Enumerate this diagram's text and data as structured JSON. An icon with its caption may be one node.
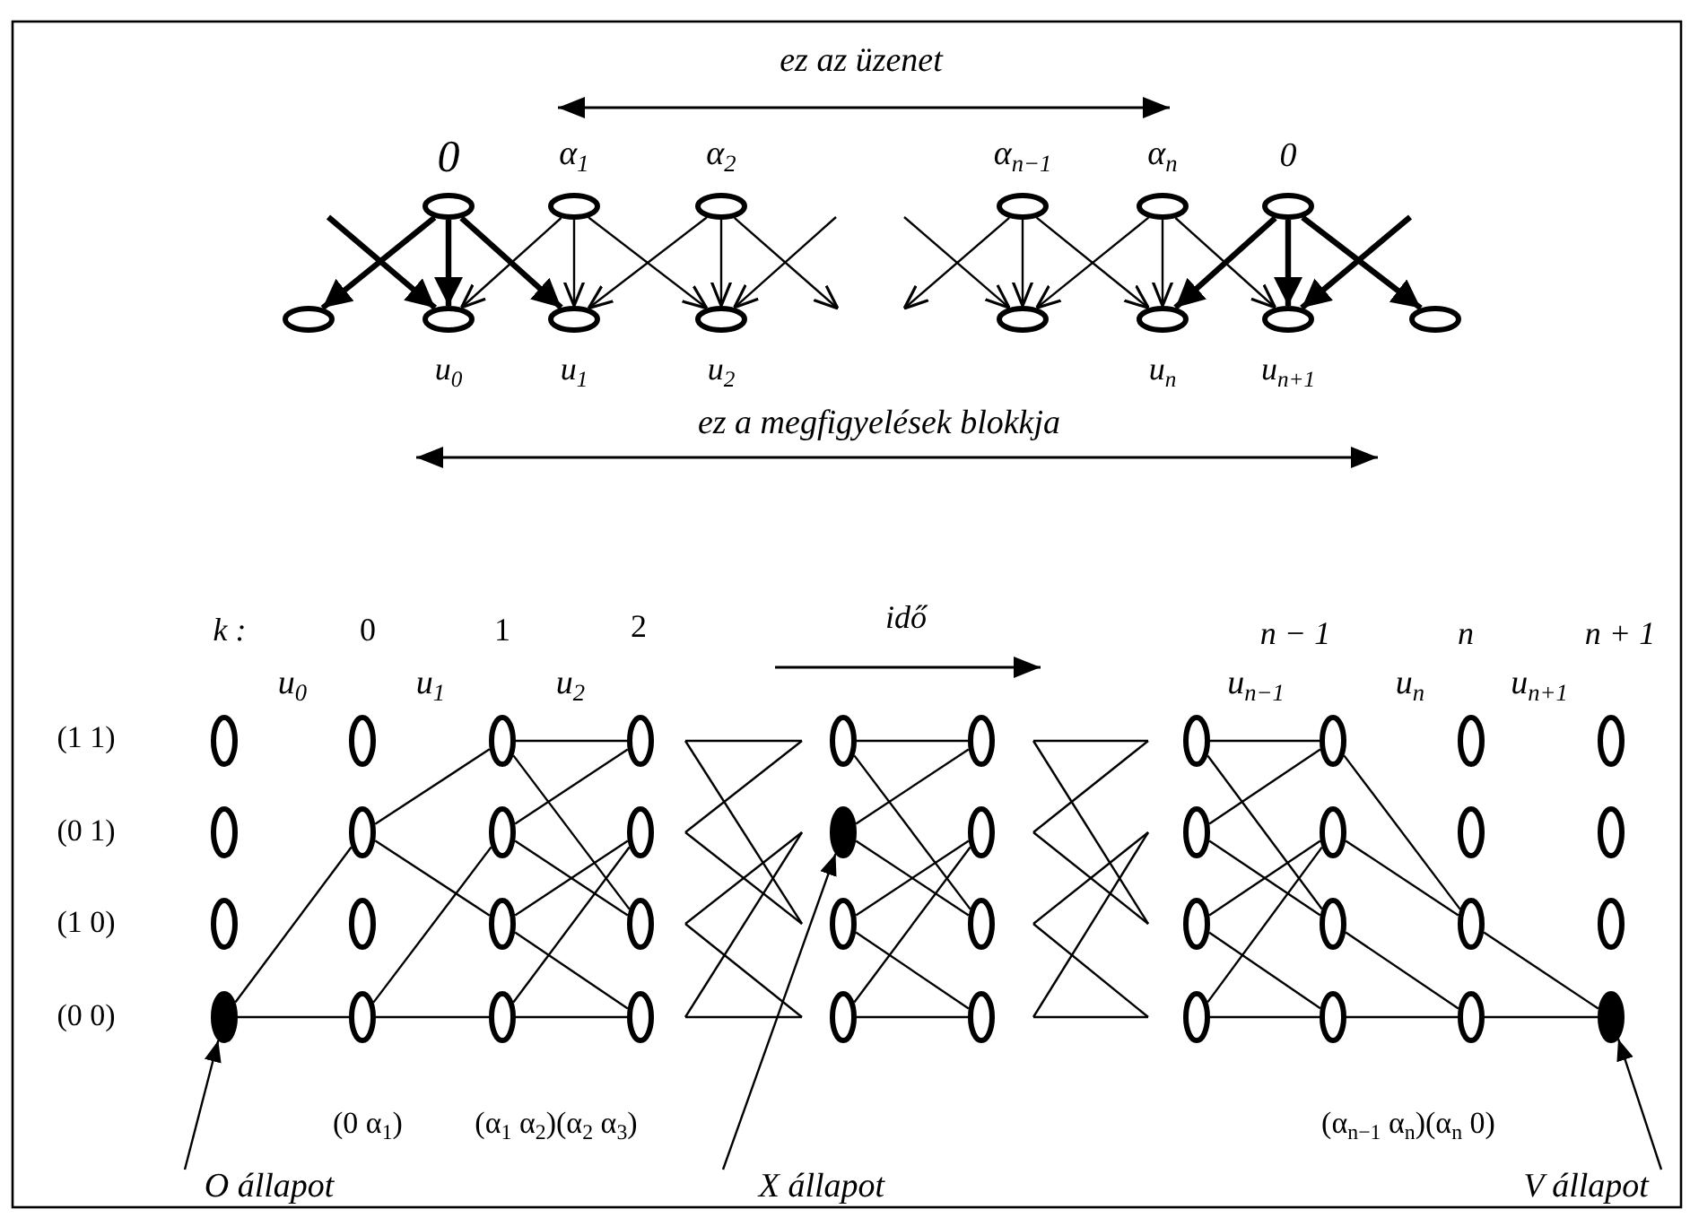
{
  "diagram": {
    "nodes": [
      {
        "text": [],
        "shape": "ellipse",
        "beside": [
          "0"
        ]
      },
      {
        "text": [],
        "shape": "ellipse",
        "beside": [
          "α$_{1}$"
        ]
      },
      {
        "text": [],
        "shape": "ellipse",
        "beside": [
          "α$_{2}$"
        ]
      },
      {
        "text": [],
        "shape": "ellipse",
        "beside": [
          "α$_{n−1}$"
        ]
      },
      {
        "text": [],
        "shape": "ellipse",
        "beside": [
          "α$_{n}$"
        ]
      },
      {
        "text": [],
        "shape": "ellipse",
        "beside": [
          "0"
        ]
      },
      {
        "text": [],
        "shape": "ellipse"
      },
      {
        "text": [],
        "shape": "ellipse",
        "beside": [
          "u$_{0}$"
        ]
      },
      {
        "text": [],
        "shape": "ellipse",
        "beside": [
          "u$_{1}$"
        ]
      },
      {
        "text": [],
        "shape": "ellipse",
        "beside": [
          "u$_{2}$"
        ]
      },
      {
        "text": [],
        "shape": "ellipse"
      },
      {
        "text": [],
        "shape": "ellipse",
        "beside": [
          "u$_{n}$"
        ]
      },
      {
        "text": [],
        "shape": "ellipse",
        "beside": [
          "u$_{n+1}$"
        ]
      },
      {
        "text": [],
        "shape": "ellipse"
      },
      {
        "text": [],
        "shape": "ellipse"
      },
      {
        "text": [],
        "shape": "ellipse"
      },
      {
        "text": [],
        "shape": "ellipse"
      },
      {
        "text": [],
        "shape": "dot"
      },
      {
        "text": [],
        "shape": "ellipse"
      },
      {
        "text": [],
        "shape": "ellipse"
      },
      {
        "text": [],
        "shape": "ellipse"
      },
      {
        "text": [],
        "shape": "ellipse"
      },
      {
        "text": [],
        "shape": "ellipse"
      },
      {
        "text": [],
        "shape": "ellipse"
      },
      {
        "text": [],
        "shape": "ellipse"
      },
      {
        "text": [],
        "shape": "ellipse"
      },
      {
        "text": [],
        "shape": "ellipse"
      },
      {
        "text": [],
        "shape": "ellipse"
      },
      {
        "text": [],
        "shape": "ellipse"
      },
      {
        "text": [],
        "shape": "ellipse"
      },
      {
        "text": [],
        "shape": "ellipse"
      },
      {
        "text": [],
        "shape": "dot"
      },
      {
        "text": [],
        "shape": "ellipse"
      },
      {
        "text": [],
        "shape": "ellipse"
      },
      {
        "text": [],
        "shape": "ellipse"
      },
      {
        "text": [],
        "shape": "ellipse"
      },
      {
        "text": [],
        "shape": "ellipse"
      },
      {
        "text": [],
        "shape": "ellipse"
      },
      {
        "text": [],
        "shape": "ellipse"
      },
      {
        "text": [],
        "shape": "ellipse"
      },
      {
        "text": [],
        "shape": "ellipse"
      },
      {
        "text": [],
        "shape": "ellipse"
      },
      {
        "text": [],
        "shape": "ellipse"
      },
      {
        "text": [],
        "shape": "ellipse"
      },
      {
        "text": [],
        "shape": "ellipse"
      },
      {
        "text": [],
        "shape": "ellipse"
      },
      {
        "text": [],
        "shape": "ellipse"
      },
      {
        "text": [],
        "shape": "ellipse"
      },
      {
        "text": [],
        "shape": "ellipse"
      },
      {
        "text": [],
        "shape": "ellipse"
      },
      {
        "text": [],
        "shape": "ellipse"
      },
      {
        "text": [],
        "shape": "ellipse"
      },
      {
        "text": [],
        "shape": "ellipse"
      },
      {
        "text": [],
        "shape": "dot"
      },
      {
        "text": [
          "O állapot"
        ]
      },
      {
        "text": [
          "X állapot"
        ]
      },
      {
        "text": [
          "V állapot"
        ]
      }
    ],
    "edges": [
      {
        "from": 0,
        "to": 6,
        "arrow": "to",
        "style": "thick"
      },
      {
        "from": 0,
        "to": 7,
        "arrow": "to",
        "style": "thick"
      },
      {
        "from": 0,
        "to": 8,
        "arrow": "to",
        "style": "thick"
      },
      {
        "from": null,
        "to": 7,
        "arrow": "to",
        "style": "thick"
      },
      {
        "from": 1,
        "to": 7,
        "arrow": "to"
      },
      {
        "from": 1,
        "to": 8,
        "arrow": "to"
      },
      {
        "from": 1,
        "to": 9,
        "arrow": "to"
      },
      {
        "from": 2,
        "to": 8,
        "arrow": "to"
      },
      {
        "from": 2,
        "to": 9,
        "arrow": "to"
      },
      {
        "from": 2,
        "to": null,
        "arrow": "to"
      },
      {
        "from": null,
        "to": 9,
        "arrow": "to"
      },
      {
        "from": null,
        "to": 10,
        "arrow": "to"
      },
      {
        "from": 3,
        "to": null,
        "arrow": "to"
      },
      {
        "from": 3,
        "to": 10,
        "arrow": "to"
      },
      {
        "from": 3,
        "to": 11,
        "arrow": "to"
      },
      {
        "from": 4,
        "to": 10,
        "arrow": "to"
      },
      {
        "from": 4,
        "to": 11,
        "arrow": "to"
      },
      {
        "from": 4,
        "to": 12,
        "arrow": "to"
      },
      {
        "from": 5,
        "to": 11,
        "arrow": "to",
        "style": "thick"
      },
      {
        "from": 5,
        "to": 12,
        "arrow": "to",
        "style": "thick"
      },
      {
        "from": 5,
        "to": 13,
        "arrow": "to",
        "style": "thick"
      },
      {
        "from": null,
        "to": 12,
        "arrow": "to",
        "style": "thick"
      },
      {
        "from": 17,
        "to": 19,
        "arrow": "none"
      },
      {
        "from": 17,
        "to": 21,
        "arrow": "none"
      },
      {
        "from": 19,
        "to": 22,
        "arrow": "none"
      },
      {
        "from": 19,
        "to": 24,
        "arrow": "none"
      },
      {
        "from": 21,
        "to": 23,
        "arrow": "none"
      },
      {
        "from": 21,
        "to": 25,
        "arrow": "none"
      },
      {
        "from": 22,
        "to": 26,
        "arrow": "none"
      },
      {
        "from": 22,
        "to": 28,
        "arrow": "none"
      },
      {
        "from": 23,
        "to": 26,
        "arrow": "none"
      },
      {
        "from": 23,
        "to": 28,
        "arrow": "none"
      },
      {
        "from": 24,
        "to": 27,
        "arrow": "none"
      },
      {
        "from": 24,
        "to": 29,
        "arrow": "none"
      },
      {
        "from": 25,
        "to": 27,
        "arrow": "none"
      },
      {
        "from": 25,
        "to": 29,
        "arrow": "none"
      },
      {
        "from": 30,
        "to": 34,
        "arrow": "none"
      },
      {
        "from": 30,
        "to": 36,
        "arrow": "none"
      },
      {
        "from": 31,
        "to": 34,
        "arrow": "none"
      },
      {
        "from": 31,
        "to": 36,
        "arrow": "none"
      },
      {
        "from": 32,
        "to": 35,
        "arrow": "none"
      },
      {
        "from": 32,
        "to": 37,
        "arrow": "none"
      },
      {
        "from": 33,
        "to": 35,
        "arrow": "none"
      },
      {
        "from": 33,
        "to": 37,
        "arrow": "none"
      },
      {
        "from": 38,
        "to": 42,
        "arrow": "none"
      },
      {
        "from": 38,
        "to": 44,
        "arrow": "none"
      },
      {
        "from": 39,
        "to": 42,
        "arrow": "none"
      },
      {
        "from": 39,
        "to": 44,
        "arrow": "none"
      },
      {
        "from": 40,
        "to": 43,
        "arrow": "none"
      },
      {
        "from": 40,
        "to": 45,
        "arrow": "none"
      },
      {
        "from": 41,
        "to": 43,
        "arrow": "none"
      },
      {
        "from": 41,
        "to": 45,
        "arrow": "none"
      },
      {
        "from": 42,
        "to": 48,
        "arrow": "none"
      },
      {
        "from": 43,
        "to": 48,
        "arrow": "none"
      },
      {
        "from": 44,
        "to": 49,
        "arrow": "none"
      },
      {
        "from": 45,
        "to": 49,
        "arrow": "none"
      },
      {
        "from": 48,
        "to": 53,
        "arrow": "none"
      },
      {
        "from": 49,
        "to": 53,
        "arrow": "none"
      },
      {
        "from": 54,
        "to": 17,
        "arrow": "to"
      },
      {
        "from": 55,
        "to": 31,
        "arrow": "to"
      },
      {
        "from": 56,
        "to": 53,
        "arrow": "to"
      }
    ],
    "labels": [
      "ez az üzenet",
      "ez a megfigyelések blokkja",
      "k :",
      "0",
      "1",
      "2",
      "idő",
      "n − 1",
      "n",
      "n + 1",
      "u$_{0}$",
      "u$_{1}$",
      "u$_{2}$",
      "u$_{n−1}$",
      "u$_{n}$",
      "u$_{n+1}$",
      "(1 1)",
      "(0 1)",
      "(1 0)",
      "(0 0)",
      "(0 α$_{1}$)",
      "(α$_{1}$ α$_{2}$)(α$_{2}$ α$_{3}$)",
      "(α$_{n−1}$ α$_{n}$)(α$_{n}$ 0)"
    ]
  }
}
